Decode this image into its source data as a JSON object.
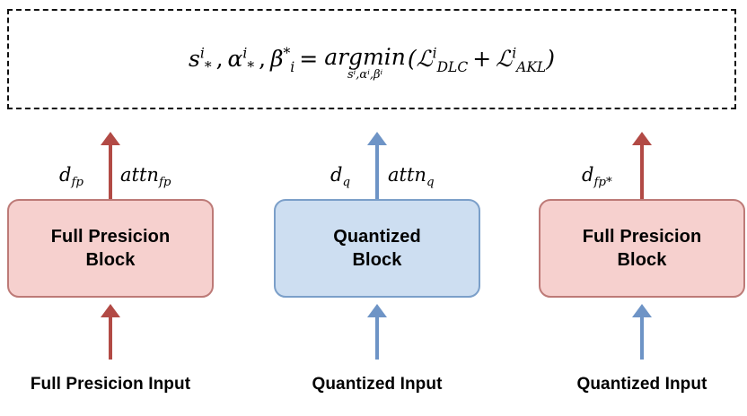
{
  "figure": {
    "objective": {
      "lhs": {
        "s": "s",
        "s_sup": "i",
        "s_sub": "*",
        "comma1": ",",
        "alpha": "α",
        "alpha_sup": "i",
        "alpha_sub": "*",
        "comma2": ",",
        "beta": "β",
        "beta_sup": "*",
        "beta_sub": "i"
      },
      "equals": "=",
      "argmin": {
        "operator": "argmin",
        "subscript": "sⁱ,αⁱ,βⁱ"
      },
      "rhs": {
        "open": "(",
        "loss1_symbol": "ℒ",
        "loss1_sup": "i",
        "loss1_sub": "DLC",
        "plus": "+",
        "loss2_symbol": "ℒ",
        "loss2_sup": "i",
        "loss2_sub": "AKL",
        "close": ")"
      },
      "plain_text": "s*^i, α*^i, β_i^* = argmin_{s^i,α^i,β^i}(L^i_DLC + L^i_AKL)"
    },
    "blocks": [
      {
        "id": "full-precision-block-left",
        "label": "Full Presicion\nBlock",
        "kind": "fp",
        "fill": "#f6d0ce",
        "stroke": "#bd7a77",
        "output_labels": [
          {
            "base": "d",
            "sub": "fp"
          },
          {
            "base": "attn",
            "sub": "fp"
          }
        ],
        "input_caption": "Full Presicion Input",
        "input_arrow_color": "red",
        "output_arrow_color": "red"
      },
      {
        "id": "quantized-block-middle",
        "label": "Quantized\nBlock",
        "kind": "q",
        "fill": "#cddef1",
        "stroke": "#7b9fc9",
        "output_labels": [
          {
            "base": "d",
            "sub": "q"
          },
          {
            "base": "attn",
            "sub": "q"
          }
        ],
        "input_caption": "Quantized Input",
        "input_arrow_color": "blue",
        "output_arrow_color": "blue"
      },
      {
        "id": "full-precision-block-right",
        "label": "Full Presicion\nBlock",
        "kind": "fp",
        "fill": "#f6d0ce",
        "stroke": "#bd7a77",
        "output_labels": [
          {
            "base": "d",
            "sub": "fp*"
          }
        ],
        "input_caption": "Quantized Input",
        "input_arrow_color": "blue",
        "output_arrow_color": "red"
      }
    ],
    "colors": {
      "red_arrow": "#b24a45",
      "blue_arrow": "#6e94c6",
      "red_block_fill": "#f6d0ce",
      "red_block_stroke": "#bd7a77",
      "blue_block_fill": "#cddef1",
      "blue_block_stroke": "#7b9fc9",
      "dashed_border": "#111111",
      "background": "#ffffff",
      "text": "#000000"
    }
  }
}
